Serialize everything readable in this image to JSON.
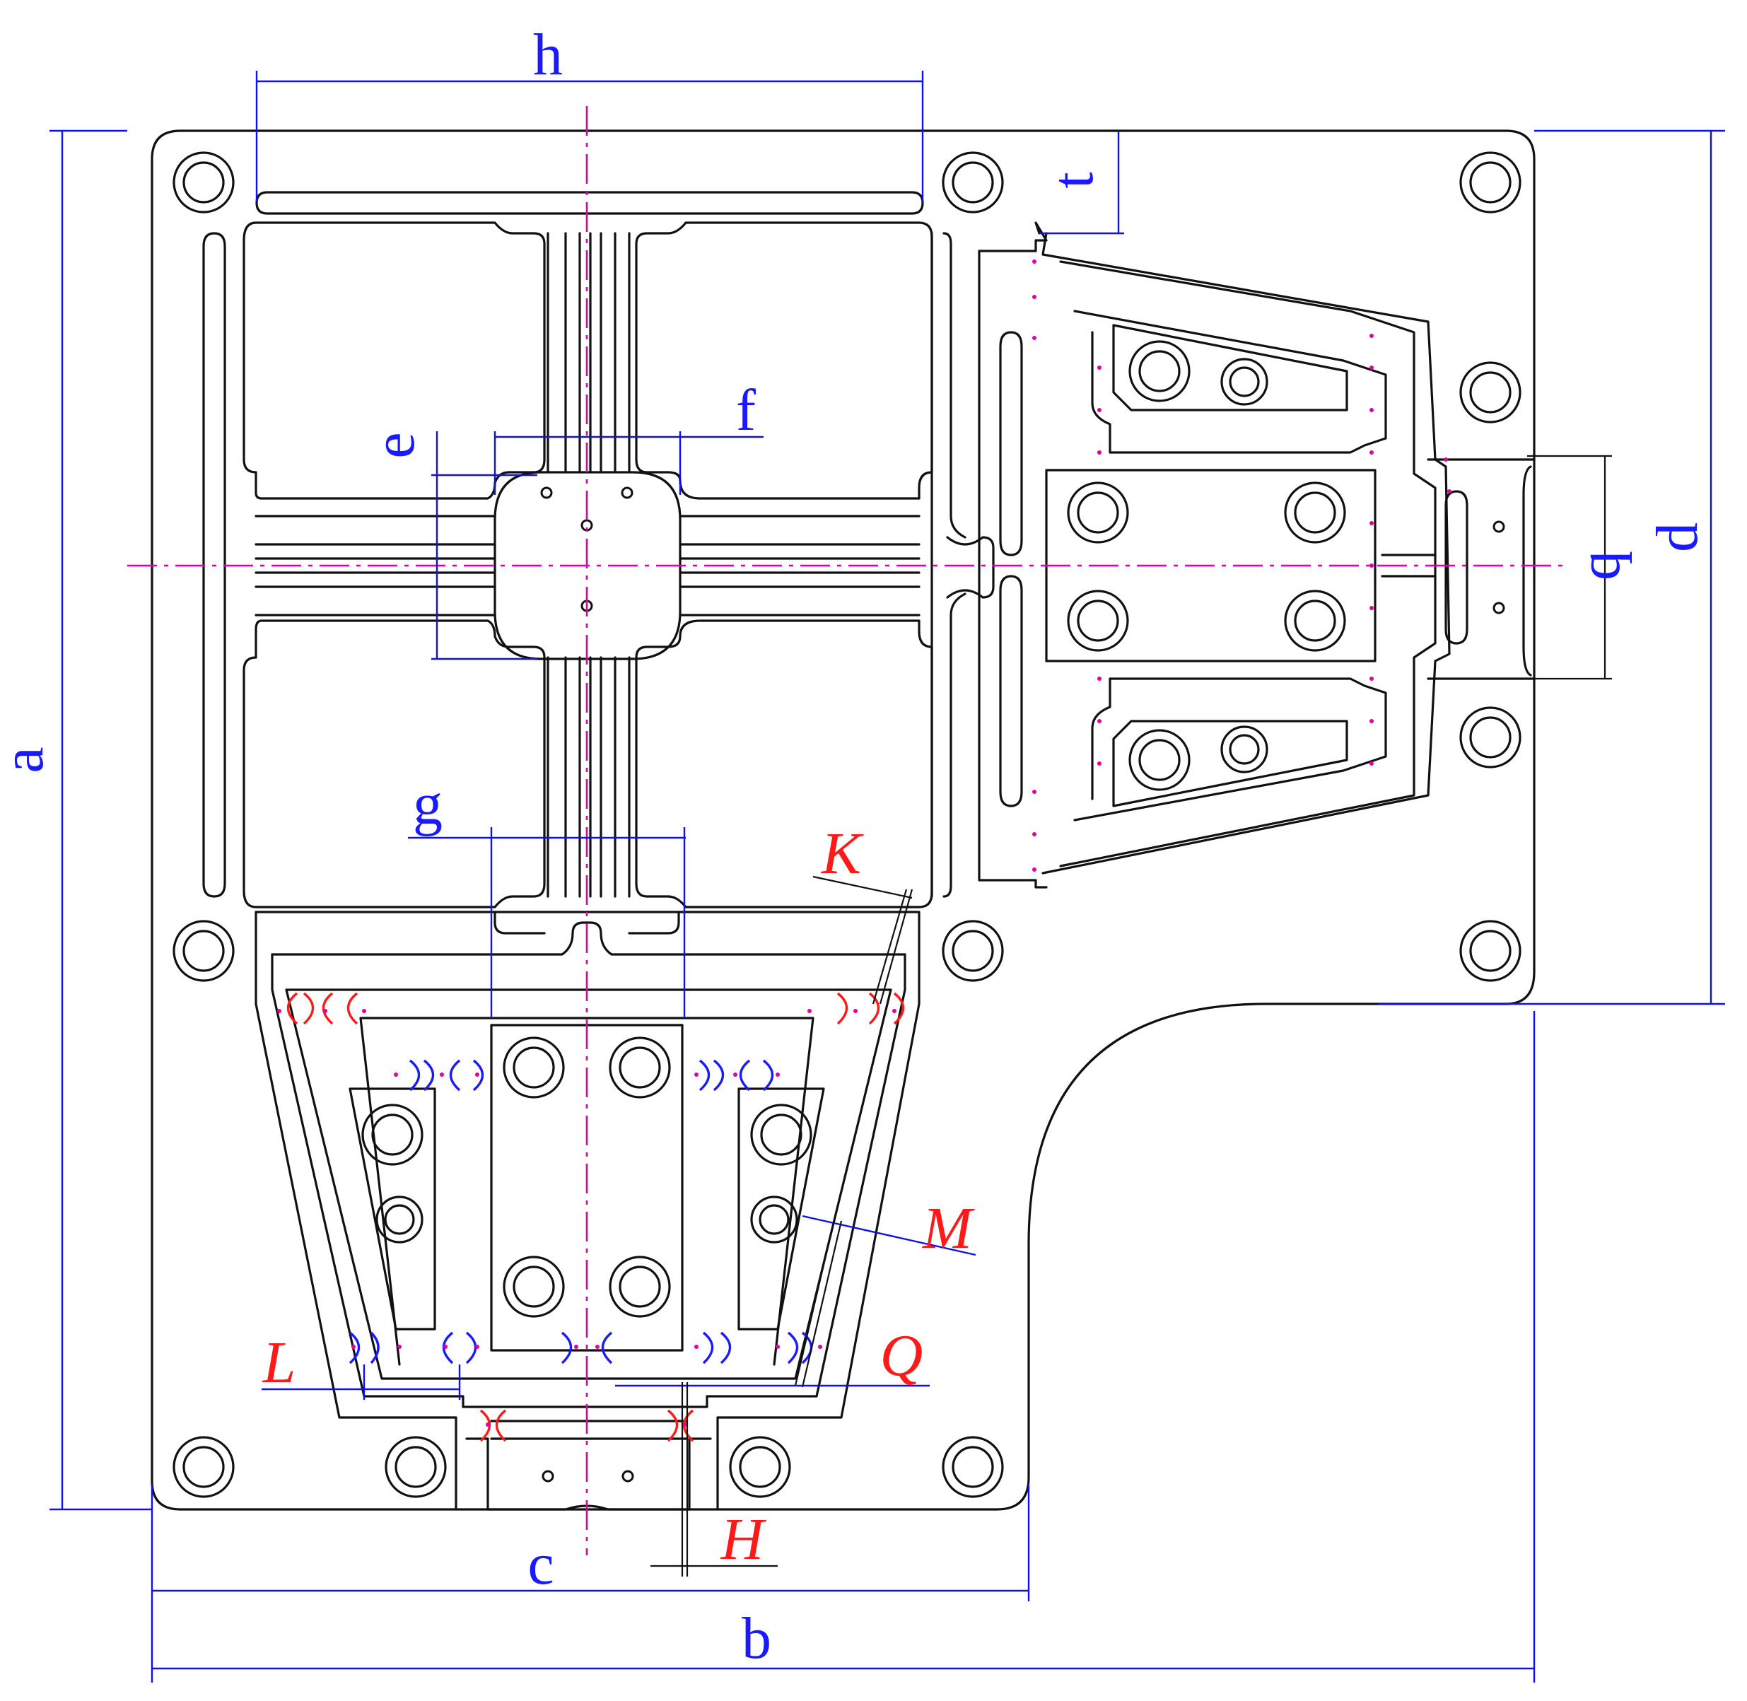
{
  "labels": {
    "a": "a",
    "b": "b",
    "c": "c",
    "d": "d",
    "e": "e",
    "f": "f",
    "g": "g",
    "h": "h",
    "q": "q",
    "t": "t",
    "K": "K",
    "M": "M",
    "L": "L",
    "Q": "Q",
    "H": "H"
  },
  "colors": {
    "outline": "#111111",
    "dimension": "#1010ee",
    "centerline": "#e000a0",
    "hinge_red": "#ff1a1a",
    "hinge_blue": "#1a1aff",
    "label_blue": "#1a1aff",
    "label_red": "#ff1a1a"
  }
}
